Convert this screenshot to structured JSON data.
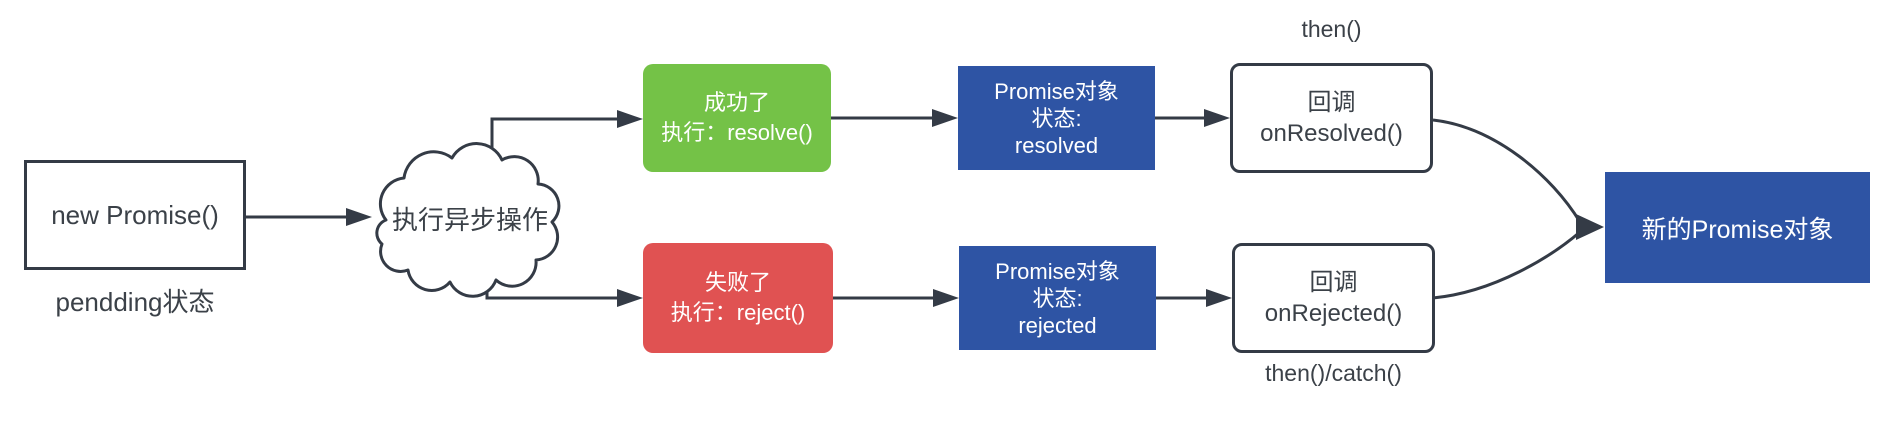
{
  "diagram": {
    "title_meaning": "Promise 状态流转图",
    "start_box": {
      "label": "new Promise()",
      "status_label": "pendding状态"
    },
    "cloud": {
      "label": "执行异步操作"
    },
    "success_box": {
      "line1": "成功了",
      "line2": "执行：resolve()"
    },
    "fail_box": {
      "line1": "失败了",
      "line2": "执行：reject()"
    },
    "resolved_state_box": {
      "line1": "Promise对象",
      "line2": "状态:",
      "line3": "resolved"
    },
    "rejected_state_box": {
      "line1": "Promise对象",
      "line2": "状态:",
      "line3": "rejected"
    },
    "on_resolved_box": {
      "label_above": "then()",
      "line1": "回调",
      "line2": "onResolved()"
    },
    "on_rejected_box": {
      "line1": "回调",
      "line2": "onRejected()",
      "label_below": "then()/catch()"
    },
    "result_box": {
      "label": "新的Promise对象"
    },
    "colors": {
      "line": "#343b46",
      "text": "#3b4148",
      "success_green": "#74c247",
      "fail_red": "#e05252",
      "state_blue": "#2e54a4",
      "box_background": "#ffffff"
    }
  }
}
